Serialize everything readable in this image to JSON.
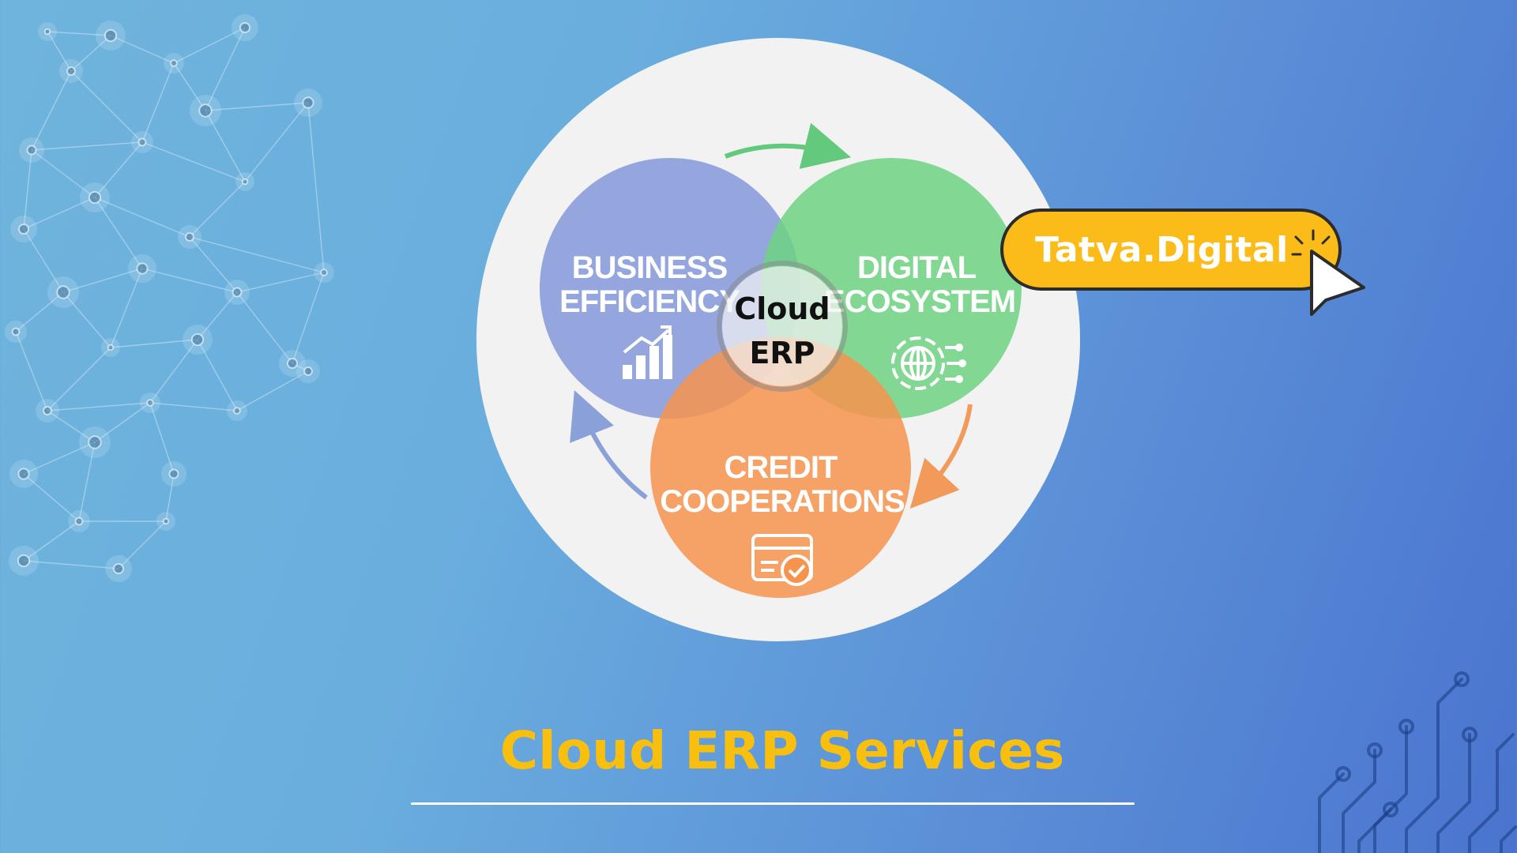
{
  "diagram": {
    "center": {
      "line1": "Cloud",
      "line2": "ERP"
    },
    "sections": [
      {
        "id": "business-efficiency",
        "line1": "BUSINESS",
        "line2": "EFFICIENCY",
        "color": "#8c9fdb",
        "icon": "bar-chart-growth-icon"
      },
      {
        "id": "digital-ecosystem",
        "line1": "DIGITAL",
        "line2": "ECOSYSTEM",
        "color": "#6fd482",
        "icon": "gear-globe-icon"
      },
      {
        "id": "credit-cooperations",
        "line1": "CREDIT",
        "line2": "COOPERATIONS",
        "color": "#f7934d",
        "icon": "credit-card-check-icon"
      }
    ],
    "arrow_colors": {
      "top": "#63c97c",
      "right": "#f29a5a",
      "left": "#8aa0d8"
    }
  },
  "brand": {
    "name": "Tatva.Digital",
    "color": "#fbbc1a"
  },
  "page": {
    "title": "Cloud ERP Services",
    "title_color": "#f8bf0e"
  },
  "colors": {
    "background_start": "#6fb4dc",
    "background_end": "#4a74cf"
  }
}
